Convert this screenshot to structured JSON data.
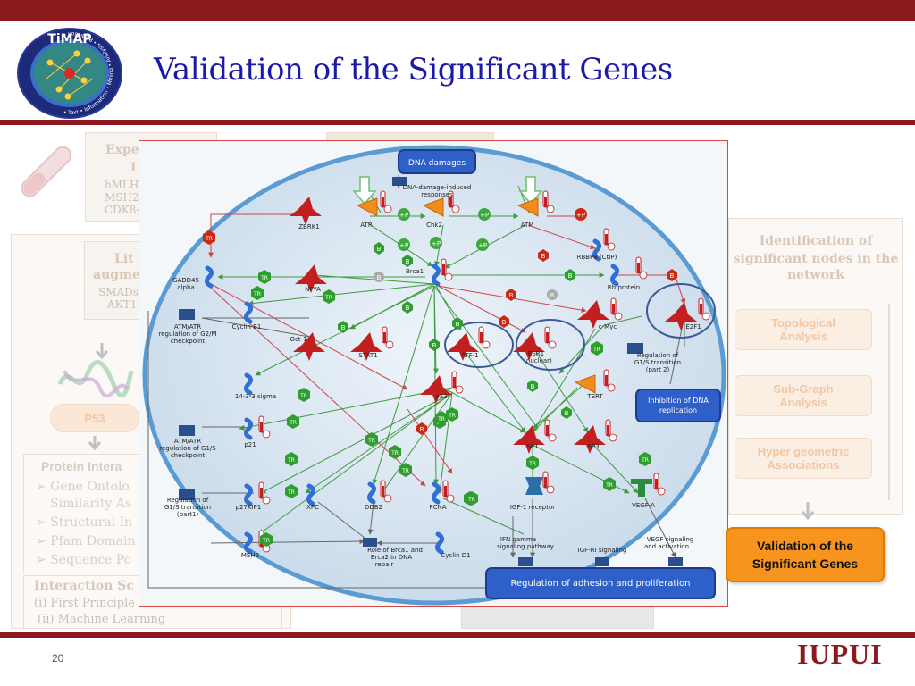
{
  "slide": {
    "title": "Validation of the Significant Genes",
    "page_number": "20",
    "footer_logo": "IUPUI",
    "logo_text": "TiMAP",
    "logo_ring_text": "• Text • Information • Mining • Analysis • Prediction •",
    "accent_color": "#8b1a1f",
    "title_color": "#1a1aa6"
  },
  "background_flow": {
    "left_box1": {
      "title_lines": [
        "Expe",
        "I"
      ],
      "lines": [
        "hMLH",
        "MSH2",
        "CDK8-"
      ]
    },
    "left_box2": {
      "title_lines": [
        "Lit",
        "augme"
      ],
      "lines": [
        "SMADs",
        "AKT1"
      ]
    },
    "p53_label": "P53",
    "protein_box": {
      "title": "Protein Intera",
      "items": [
        "Gene Ontolo",
        "Similarity As",
        "Structural In",
        "Pfam Domain",
        "Sequence  Po"
      ]
    },
    "interaction_box": {
      "title": "Interaction Sc",
      "items": [
        "(i) First Principle",
        "(ii)  Machine Learning"
      ]
    },
    "right_header": [
      "Identification of",
      "significant nodes in the",
      "network"
    ],
    "right_pills": [
      [
        "Topological",
        "Analysis"
      ],
      [
        "Sub-Graph",
        "Analysis"
      ],
      [
        "Hyper geometric",
        "Associations"
      ]
    ]
  },
  "validation_box": {
    "lines": [
      "Validation of the",
      "Significant Genes"
    ]
  },
  "pathway": {
    "boxes": {
      "dna_damages": "DNA damages",
      "inhibition": [
        "Inhibition of DNA",
        "replication"
      ],
      "regulation": "Regulation of adhesion and proliferation"
    },
    "nodes": {
      "dna_response": [
        "DNA-damage-induced",
        "responses"
      ],
      "zbrk1": "ZBRK1",
      "atr": "ATR",
      "chk2": "Chk2",
      "atm": "ATM",
      "rbbp8": "RBBP8 (CtIP)",
      "brca1": "Brca1",
      "gadd45": [
        "GADD45",
        "alpha"
      ],
      "nfya": "NFYA",
      "rb_protein": "Rb protein",
      "e2f1": "E2F1",
      "atm_atr_g2m": [
        "ATM/ATR",
        "regulation of G2/M",
        "checkpoint"
      ],
      "cyclin_b1": "Cyclin B1",
      "cmyc": "c-Myc",
      "oct1": "Oct-1",
      "stat1": "STAT1",
      "atf1": "ATF-1",
      "esr1": [
        "ESR1",
        "(nuclear)"
      ],
      "reg_g1s_2": [
        "Regulation of",
        "G1/S transition",
        "(part 2)"
      ],
      "sigma1433": "14-3-3 sigma",
      "p53": "p53",
      "tert": "TERT",
      "atm_atr_g1s": [
        "ATM/ATR",
        "regulation of G1/S",
        "checkpoint"
      ],
      "p21": "p21",
      "sp1": "SP1",
      "sp3": "SP3",
      "reg_g1s_1": [
        "Regulation of",
        "G1/S transition",
        "(part1)"
      ],
      "p27kip1": "p27KIP1",
      "xpc": "XPC",
      "ddb2": "DDB2",
      "pcna": "PCNA",
      "igf1_receptor": "IGF-1 receptor",
      "vegfa": "VEGF-A",
      "msh2": "MSH2",
      "role_brca": [
        "Role of Brca1 and",
        "Brca2 in DNA",
        "repair"
      ],
      "cyclin_d1": "Cyclin D1",
      "ifn_gamma": [
        "IFN gamma",
        "signaling pathway"
      ],
      "igf_ri": "IGF-RI signaling",
      "vegf_signaling": [
        "VEGF signaling",
        "and activation"
      ]
    },
    "edge_labels": {
      "tr": "TR",
      "b": "B",
      "plus_p": "+P",
      "info": "i"
    },
    "colors": {
      "membrane": "#5a9bd4",
      "cell_fill": "#dbe8f3",
      "gene_blue": "#2f6fd6",
      "factor_red": "#c41e1e",
      "kinase_orange": "#f28c1c",
      "tr_green": "#2e9e2e",
      "b_red": "#cc2a14",
      "highlight_circle": "#3b5a9a"
    }
  }
}
